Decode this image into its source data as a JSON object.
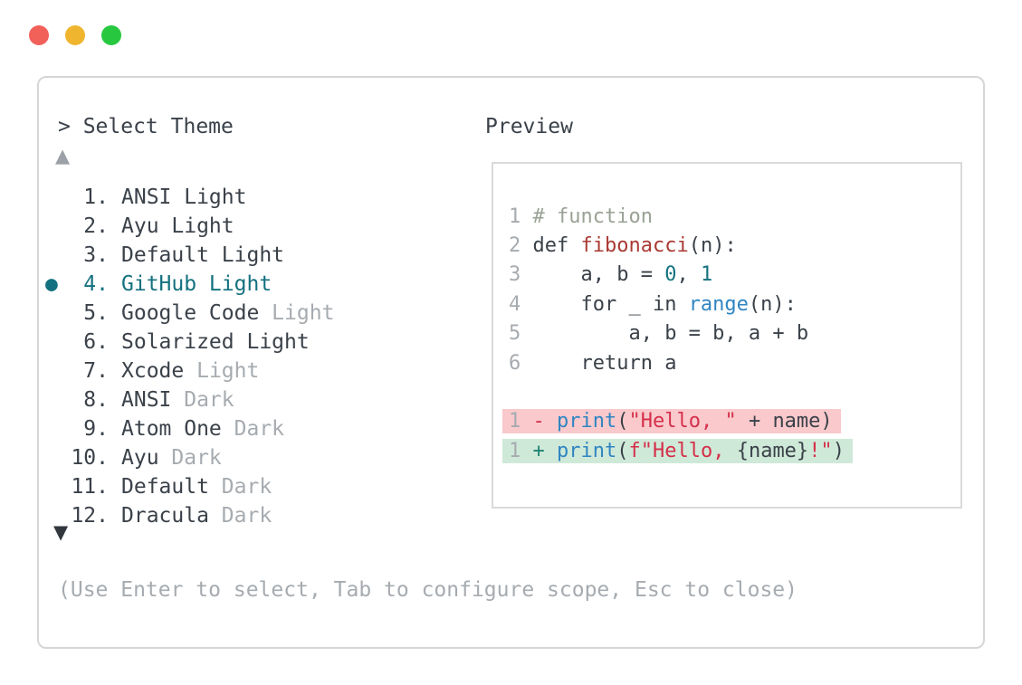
{
  "window_controls": {
    "buttons": [
      {
        "name": "close",
        "color": "#f2605a"
      },
      {
        "name": "minimize",
        "color": "#f0b52e"
      },
      {
        "name": "maximize",
        "color": "#27c840"
      }
    ]
  },
  "colors": {
    "accent": "#14717f",
    "dark": "#3a4149",
    "muted": "#a6abb0",
    "removed_bg": "#f9c9cc",
    "added_bg": "#cfe9d8"
  },
  "picker": {
    "prompt": "> Select Theme",
    "scroll_up_icon": "▲",
    "scroll_down_icon": "▼",
    "selected_marker": "●",
    "items": [
      {
        "number": "1.",
        "label": "ANSI Light",
        "muted_suffix": "",
        "selected": false
      },
      {
        "number": "2.",
        "label": "Ayu Light",
        "muted_suffix": "",
        "selected": false
      },
      {
        "number": "3.",
        "label": "Default Light",
        "muted_suffix": "",
        "selected": false
      },
      {
        "number": "4.",
        "label": "GitHub Light",
        "muted_suffix": "",
        "selected": true
      },
      {
        "number": "5.",
        "label": "Google Code",
        "muted_suffix": "Light",
        "selected": false
      },
      {
        "number": "6.",
        "label": "Solarized Light",
        "muted_suffix": "",
        "selected": false
      },
      {
        "number": "7.",
        "label": "Xcode",
        "muted_suffix": "Light",
        "selected": false
      },
      {
        "number": "8.",
        "label": "ANSI",
        "muted_suffix": "Dark",
        "selected": false
      },
      {
        "number": "9.",
        "label": "Atom One",
        "muted_suffix": "Dark",
        "selected": false
      },
      {
        "number": "10.",
        "label": "Ayu",
        "muted_suffix": "Dark",
        "selected": false
      },
      {
        "number": "11.",
        "label": "Default",
        "muted_suffix": "Dark",
        "selected": false
      },
      {
        "number": "12.",
        "label": "Dracula",
        "muted_suffix": "Dark",
        "selected": false
      }
    ],
    "hint": "(Use Enter to select, Tab to configure scope, Esc to close)"
  },
  "preview": {
    "label": "Preview",
    "syntax_colors": {
      "plain": "#3a4149",
      "comment": "#99a294",
      "func": "#a93a33",
      "num": "#15727f",
      "builtin": "#2f85c2",
      "string": "#d4304a",
      "sign_removed": "#d4304a",
      "sign_added": "#1e8273"
    },
    "lines": [
      {
        "num": "1",
        "diff": "",
        "tokens": [
          [
            "comment",
            "# function"
          ]
        ]
      },
      {
        "num": "2",
        "diff": "",
        "tokens": [
          [
            "plain",
            "def "
          ],
          [
            "func",
            "fibonacci"
          ],
          [
            "plain",
            "(n):"
          ]
        ]
      },
      {
        "num": "3",
        "diff": "",
        "tokens": [
          [
            "plain",
            "    a, b = "
          ],
          [
            "num",
            "0"
          ],
          [
            "plain",
            ", "
          ],
          [
            "num",
            "1"
          ]
        ]
      },
      {
        "num": "4",
        "diff": "",
        "tokens": [
          [
            "plain",
            "    for _ in "
          ],
          [
            "builtin",
            "range"
          ],
          [
            "plain",
            "(n):"
          ]
        ]
      },
      {
        "num": "5",
        "diff": "",
        "tokens": [
          [
            "plain",
            "        a, b = b, a + b"
          ]
        ]
      },
      {
        "num": "6",
        "diff": "",
        "tokens": [
          [
            "plain",
            "    return a"
          ]
        ]
      },
      {
        "num": "",
        "diff": "",
        "tokens": []
      },
      {
        "num": "1",
        "diff": "removed",
        "tokens": [
          [
            "sign_removed",
            "- "
          ],
          [
            "builtin",
            "print"
          ],
          [
            "plain",
            "("
          ],
          [
            "string",
            "\"Hello, \""
          ],
          [
            "plain",
            " + name)"
          ]
        ]
      },
      {
        "num": "1",
        "diff": "added",
        "tokens": [
          [
            "sign_added",
            "+ "
          ],
          [
            "builtin",
            "print"
          ],
          [
            "plain",
            "("
          ],
          [
            "string",
            "f\"Hello, "
          ],
          [
            "plain",
            "{name}"
          ],
          [
            "string",
            "!\""
          ],
          [
            "plain",
            ")"
          ]
        ]
      }
    ]
  }
}
